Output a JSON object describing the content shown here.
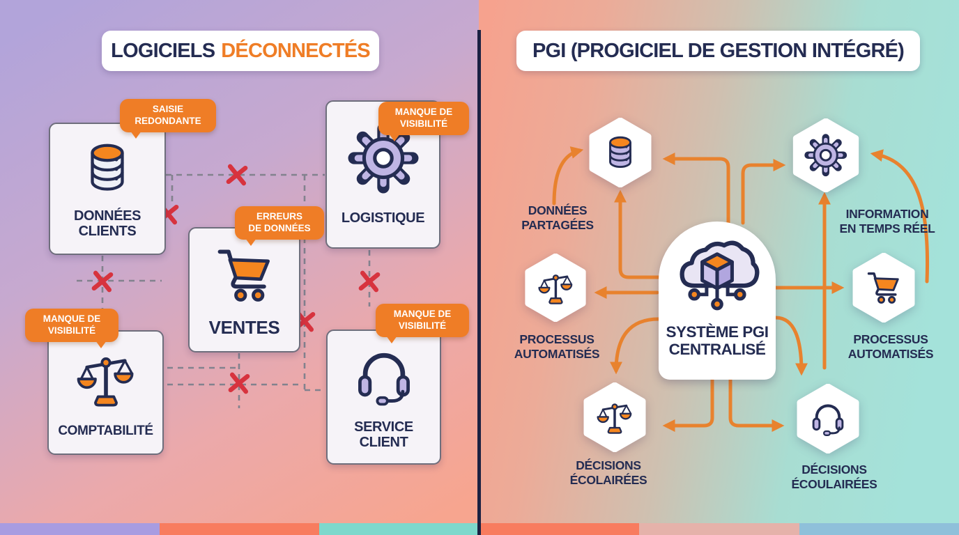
{
  "left_panel": {
    "title_part1": "LOGICIELS",
    "title_part2": "DÉCONNECTÉS",
    "modules": [
      {
        "label": "DONNÉES\nCLIENTS",
        "icon": "database-icon",
        "callout": "SAISIE\nREDONDANTE"
      },
      {
        "label": "LOGISTIQUE",
        "icon": "gear-icon",
        "callout": "MANQUE DE\nVISIBILITÉ"
      },
      {
        "label": "VENTES",
        "icon": "shopping-cart-icon",
        "callout": "ERREURS\nDE DONNÉES"
      },
      {
        "label": "COMPTABILITÉ",
        "icon": "scales-icon",
        "callout": "MANQUE DE\nVISIBILITÉ"
      },
      {
        "label": "SERVICE\nCLIENT",
        "icon": "headset-icon",
        "callout": "MANQUE DE\nVISIBILITÉ"
      }
    ]
  },
  "right_panel": {
    "title": "PGI (PROGICIEL DE GESTION INTÉGRÉ)",
    "hub": {
      "label": "SYSTÈME PGI\nCENTRALISÉ",
      "icon": "cloud-cube-icon"
    },
    "nodes": [
      {
        "label": "DONNÉES\nPARTAGÉES",
        "icon": "database-icon"
      },
      {
        "label": "INFORMATION\nEN TEMPS RÉEL",
        "icon": "gear-icon"
      },
      {
        "label": "PROCESSUS\nAUTOMATISÉS",
        "icon": "scales-icon"
      },
      {
        "label": "PROCESSUS\nAUTOMATISÉS",
        "icon": "shopping-cart-icon"
      },
      {
        "label": "DÉCISIONS\nÉCOLAIRÉES",
        "icon": "scales-icon"
      },
      {
        "label": "DÉCISIONS\nÉCOULAIRÉES",
        "icon": "headset-icon"
      }
    ]
  },
  "colors": {
    "navy": "#242c52",
    "orange": "#ef7d26",
    "arrow_orange": "#e8822e",
    "red_x": "#d7333e",
    "lavender": "#bfb5e4",
    "dashed_gray": "#82828e",
    "divider_navy": "#1b2142",
    "strip_segments": [
      "#a89ce1",
      "#f87c5f",
      "#7ed8cc",
      "#f87c5f",
      "#e5b2aa",
      "#8fc0da"
    ]
  }
}
